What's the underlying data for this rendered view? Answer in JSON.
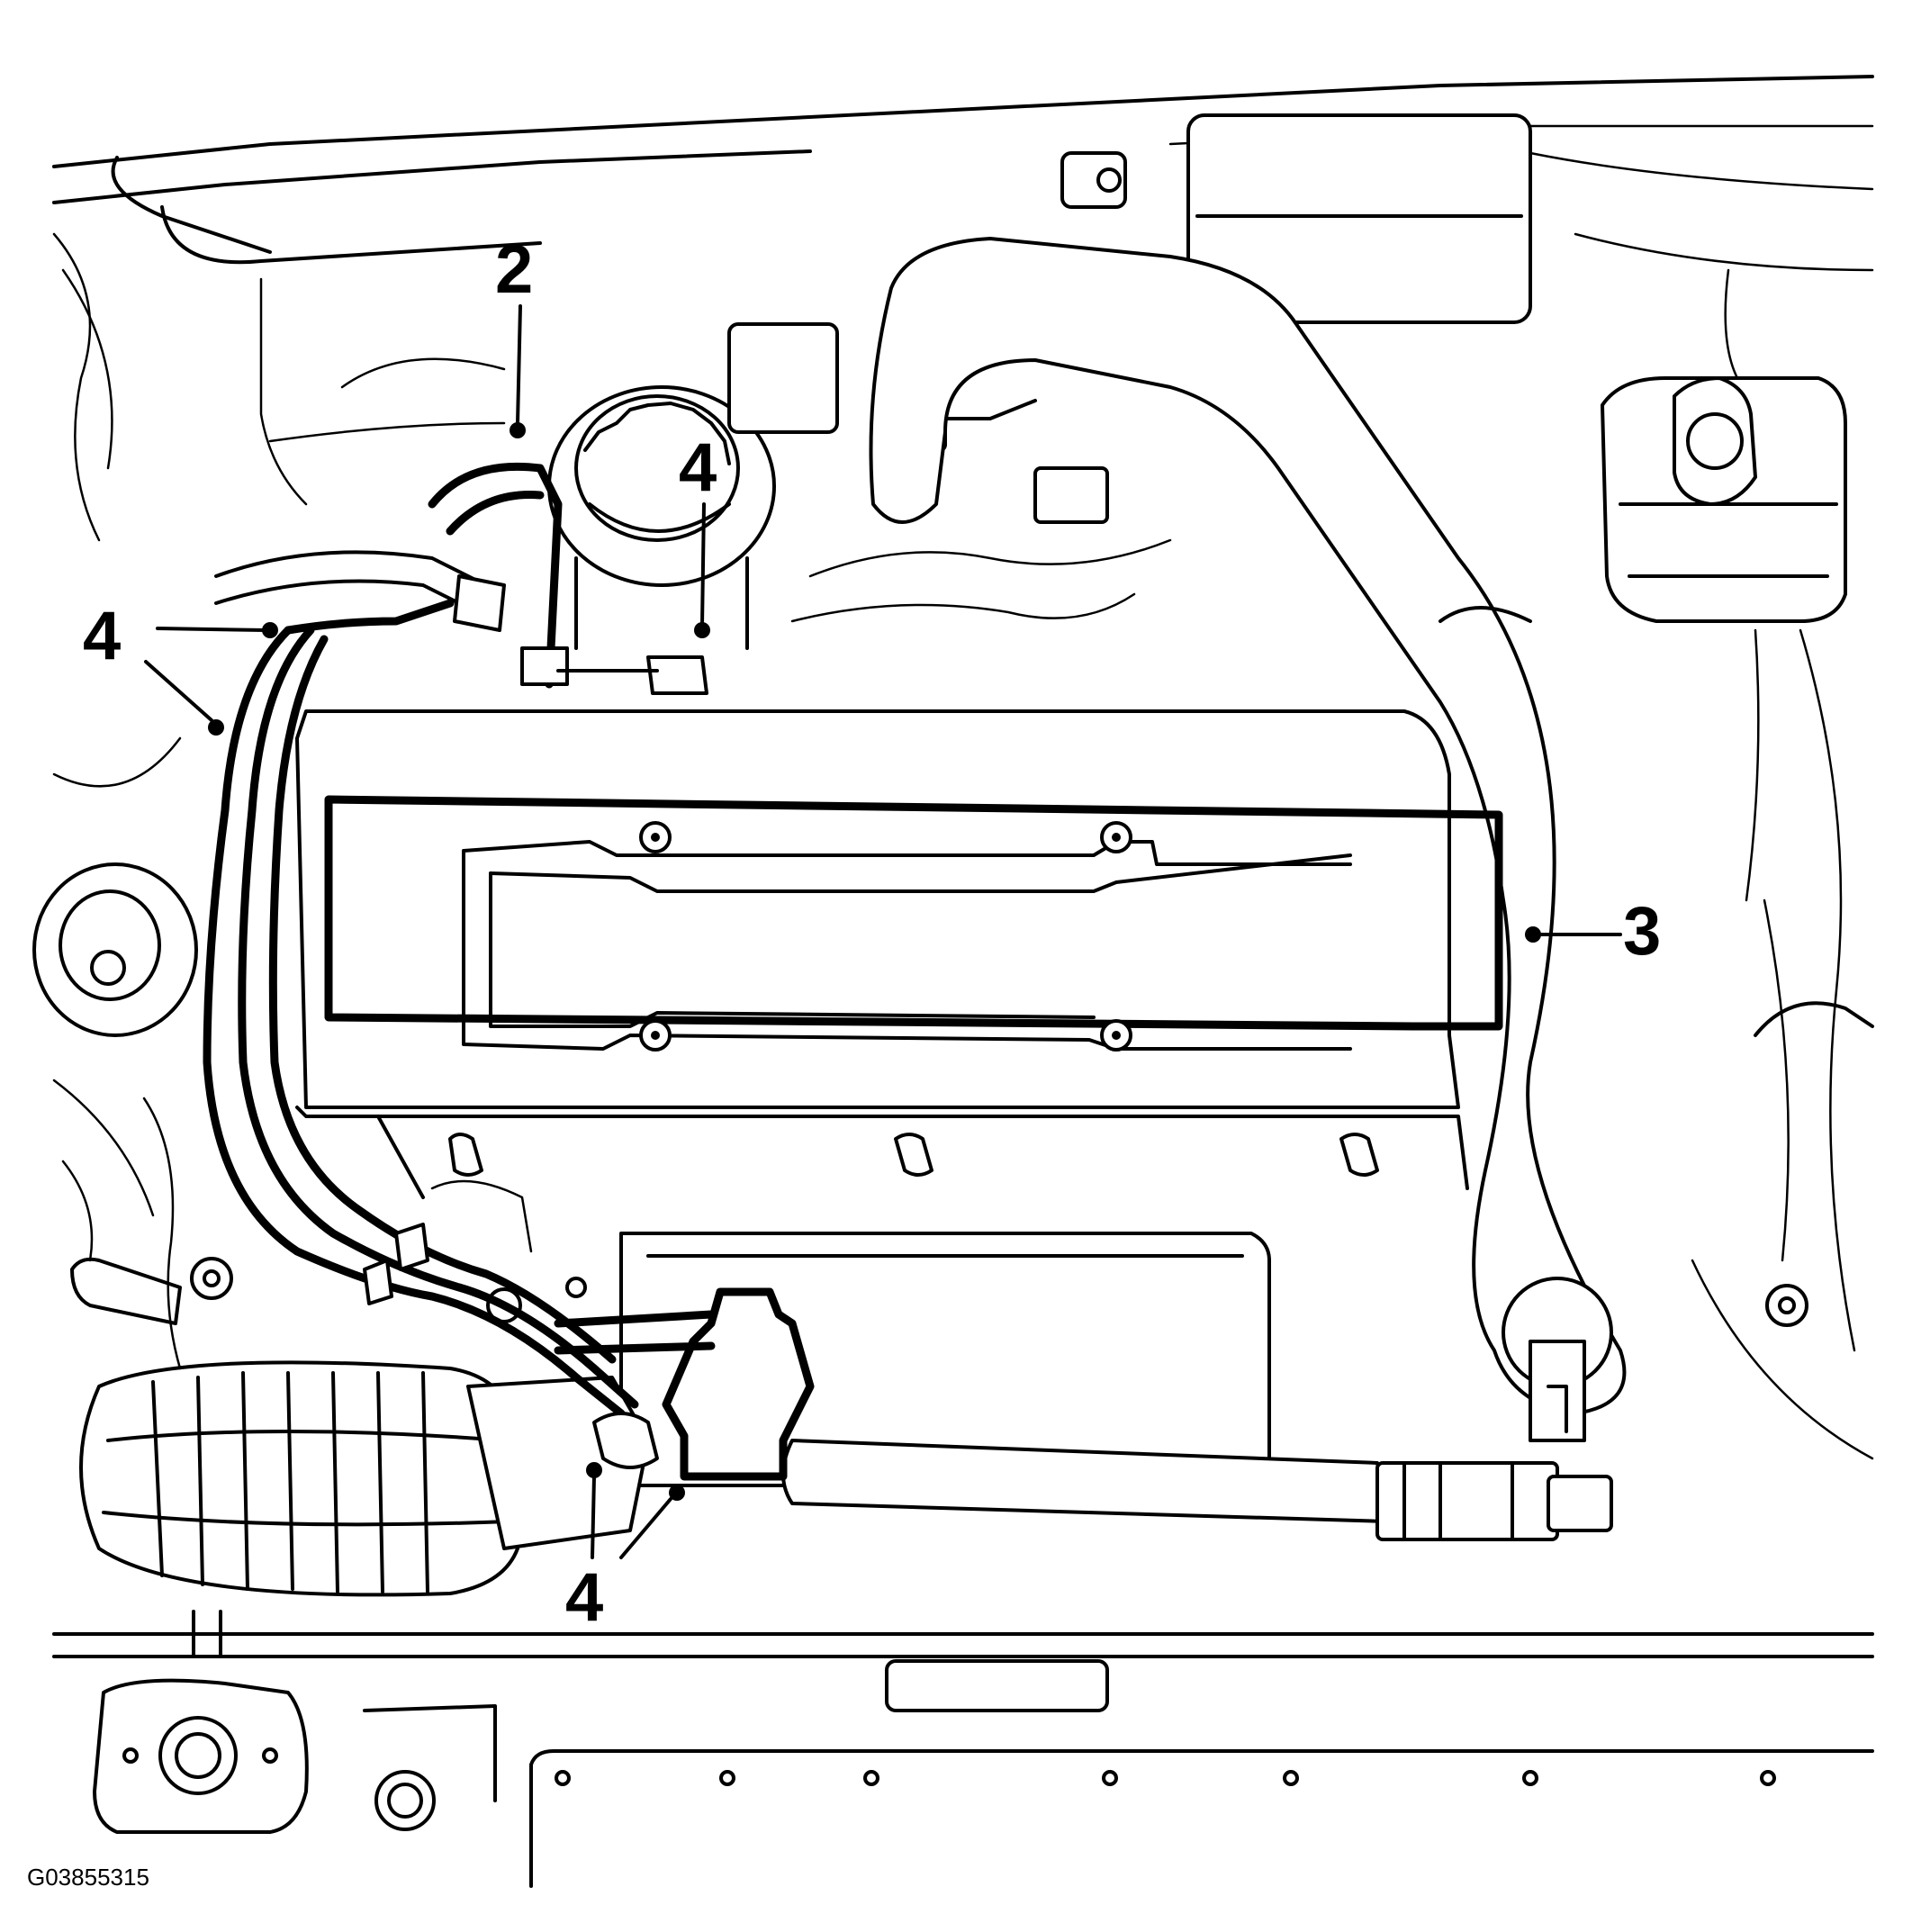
{
  "figure": {
    "id": "G03855315"
  },
  "callouts": [
    {
      "key": "c2",
      "number": "2"
    },
    {
      "key": "c4_cap",
      "number": "4"
    },
    {
      "key": "c4_left",
      "number": "4"
    },
    {
      "key": "c3",
      "number": "3"
    },
    {
      "key": "c4_bottom",
      "number": "4"
    }
  ]
}
